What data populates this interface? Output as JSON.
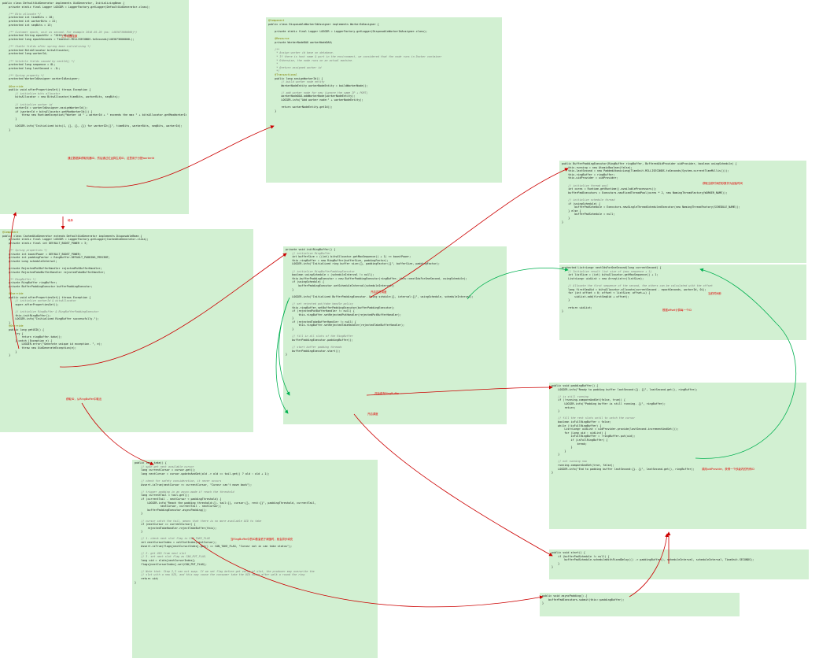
{
  "panels": [
    {
      "id": "default-uid-generator",
      "lines": [
        "public class DefaultUidGenerator implements UidGenerator, InitializingBean {",
        "    private static final Logger LOGGER = LoggerFactory.getLogger(DefaultUidGenerator.class);",
        "",
        "    /** Bits allocate */",
        "    protected int timeBits = 28;",
        "    protected int workerBits = 22;",
        "    protected int seqBits = 13;",
        "",
        "    /** Customer epoch, unit as second. For example 2016-05-20 (ms: 1463673600000)*/",
        "    protected String epochStr = \"2016-05-20\";",
        "    protected long epochSeconds = TimeUnit.MILLISECONDS.toSeconds(1463673600000L);",
        "",
        "    /** Stable fields after spring bean initializing */",
        "    protected BitsAllocator bitsAllocator;",
        "    protected long workerId;",
        "",
        "    /** Volatile fields caused by nextId() */",
        "    protected long sequence = 0L;",
        "    protected long lastSecond = -1L;",
        "",
        "    /** Spring property */",
        "    protected WorkerIdAssigner workerIdAssigner;",
        "",
        "    @Override",
        "    public void afterPropertiesSet() throws Exception {",
        "        // initialize bits allocator",
        "        bitsAllocator = new BitsAllocator(timeBits, workerBits, seqBits);",
        "",
        "        // initialize worker id",
        "        workerId = workerIdAssigner.assignWorkerId();",
        "        if (workerId > bitsAllocator.getMaxWorkerId()) {",
        "            throw new RuntimeException(\"Worker id \" + workerId + \" exceeds the max \" + bitsAllocator.getMaxWorkerId());",
        "        }",
        "",
        "        LOGGER.info(\"Initialized bits(1, {}, {}, {}) for workerID:{}\", timeBits, workerBits, seqBits, workerId);",
        "    }"
      ]
    },
    {
      "id": "disposable-worker-id-assigner",
      "lines": [
        "@Component",
        "public class DisposableWorkerIdAssigner implements WorkerIdAssigner {",
        "",
        "    private static final Logger LOGGER = LoggerFactory.getLogger(DisposableWorkerIdAssigner.class);",
        "",
        "    @Resource",
        "    private WorkerNodeDAO workerNodeDAO;",
        "",
        "    /**",
        "     * Assign worker id base on database.",
        "     * If there is host name & port in the environment, we considered that the node runs in Docker container",
        "     * Otherwise, the node runs on an actual machine.",
        "     *",
        "     * @return assigned worker id",
        "     */",
        "    @Transactional",
        "    public long assignWorkerId() {",
        "        // build worker node entity",
        "        WorkerNodeEntity workerNodeEntity = buildWorkerNode();",
        "",
        "        // add worker node for new (ignore the same IP + PORT)",
        "        workerNodeDAO.addWorkerNode(workerNodeEntity);",
        "        LOGGER.info(\"Add worker node:\" + workerNodeEntity);",
        "",
        "        return workerNodeEntity.getId();",
        "    }"
      ]
    },
    {
      "id": "cached-uid-generator",
      "lines": [
        "@Component",
        "public class CachedUidGenerator extends DefaultUidGenerator implements DisposableBean {",
        "    private static final Logger LOGGER = LoggerFactory.getLogger(CachedUidGenerator.class);",
        "    private static final int DEFAULT_BOOST_POWER = 3;",
        "",
        "    /** Spring properties */",
        "    private int boostPower = DEFAULT_BOOST_POWER;",
        "    private int paddingFactor = RingBuffer.DEFAULT_PADDING_PERCENT;",
        "    private Long scheduleInterval;",
        "",
        "    private RejectedPutBufferHandler rejectedPutBufferHandler;",
        "    private RejectedTakeBufferHandler rejectedTakeBufferHandler;",
        "",
        "    /** RingBuffer */",
        "    private RingBuffer ringBuffer;",
        "    private BufferPaddingExecutor bufferPaddingExecutor;",
        "",
        "    @Override",
        "    public void afterPropertiesSet() throws Exception {",
        "        // initialize workerId & bitsAllocator",
        "        super.afterPropertiesSet();",
        "",
        "        // initialize RingBuffer & RingBufferPaddingExecutor",
        "        this.initRingBuffer();",
        "        LOGGER.info(\"Initialized RingBuffer successfully.\");",
        "    }",
        "    @Override",
        "    public long getUID() {",
        "        try {",
        "            return ringBuffer.take();",
        "        } catch (Exception e) {",
        "            LOGGER.error(\"Generate unique id exception. \", e);",
        "            throw new UidGenerateException(e);",
        "        }",
        "    }"
      ]
    },
    {
      "id": "init-ring-buffer",
      "lines": [
        "private void initRingBuffer() {",
        "    // initialize RingBuffer",
        "    int bufferSize = ((int) bitsAllocator.getMaxSequence() + 1) << boostPower;",
        "    this.ringBuffer = new RingBuffer(bufferSize, paddingFactor);",
        "    LOGGER.info(\"Initialized ring buffer size:{}, paddingFactor:{}\", bufferSize, paddingFactor);",
        "",
        "    // initialize RingBufferPaddingExecutor",
        "    boolean usingSchedule = (scheduleInterval != null);",
        "    this.bufferPaddingExecutor = new BufferPaddingExecutor(ringBuffer, this::nextIdsForOneSecond, usingSchedule);",
        "    if (usingSchedule) {",
        "        bufferPaddingExecutor.setScheduleInterval(scheduleInterval);",
        "    }",
        "",
        "    LOGGER.info(\"Initialized BufferPaddingExecutor. Using schdule:{}, interval:{}\", usingSchedule, scheduleInterval);",
        "",
        "    // set rejected put/take handle policy",
        "    this.ringBuffer.setBufferPaddingExecutor(bufferPaddingExecutor);",
        "    if (rejectedPutBufferHandler != null) {",
        "        this.ringBuffer.setRejectedPutHandler(rejectedPutBufferHandler);",
        "    }",
        "    if (rejectedTakeBufferHandler != null) {",
        "        this.ringBuffer.setRejectedTakeHandler(rejectedTakeBufferHandler);",
        "    }",
        "",
        "    // fill in all slots of the RingBuffer",
        "    bufferPaddingExecutor.paddingBuffer();",
        "",
        "    // start buffer padding threads",
        "    bufferPaddingExecutor.start();",
        "}"
      ]
    },
    {
      "id": "buffer-padding-executor-ctor",
      "lines": [
        "public BufferPaddingExecutor(RingBuffer ringBuffer, BufferedUidProvider uidProvider, boolean usingSchedule) {",
        "    this.running = new AtomicBoolean(false);",
        "    this.lastSecond = new PaddedAtomicLong(TimeUnit.MILLISECONDS.toSeconds(System.currentTimeMillis()));",
        "    this.ringBuffer = ringBuffer;",
        "    this.uidProvider = uidProvider;",
        "",
        "    // initialize thread pool",
        "    int cores = Runtime.getRuntime().availableProcessors();",
        "    bufferPadExecutors = Executors.newFixedThreadPool(cores * 2, new NamingThreadFactory(WORKER_NAME));",
        "",
        "    // initialize schedule thread",
        "    if (usingSchedule) {",
        "        bufferPadSchedule = Executors.newSingleThreadScheduledExecutor(new NamingThreadFactory(SCHEDULE_NAME));",
        "    } else {",
        "        bufferPadSchedule = null;",
        "    }",
        "}"
      ]
    },
    {
      "id": "next-ids-for-one-second",
      "lines": [
        "protected List<Long> nextIdsForOneSecond(long currentSecond) {",
        "    // Initialize result list size of (max sequence + 1)",
        "    int listSize = (int) bitsAllocator.getMaxSequence() + 1;",
        "    List<Long> uidList = new ArrayList<>(listSize);",
        "",
        "    // Allocate the first sequence of the second, the others can be calculated with the offset",
        "    long firstSeqUid = bitsAllocator.allocate(currentSecond - epochSeconds, workerId, 0L);",
        "    for (int offset = 0; offset < listSize; offset++) {",
        "        uidList.add(firstSeqUid + offset);",
        "    }",
        "",
        "    return uidList;",
        "}"
      ]
    },
    {
      "id": "padding-buffer",
      "lines": [
        "public void paddingBuffer() {",
        "    LOGGER.info(\"Ready to padding buffer lastSecond:{}. {}\", lastSecond.get(), ringBuffer);",
        "",
        "    // is still running",
        "    if (!running.compareAndSet(false, true)) {",
        "        LOGGER.info(\"Padding buffer is still running. {}\", ringBuffer);",
        "        return;",
        "    }",
        "",
        "    // fill the rest slots until to catch the cursor",
        "    boolean isFullRingBuffer = false;",
        "    while (!isFullRingBuffer) {",
        "        List<Long> uidList = uidProvider.provide(lastSecond.incrementAndGet());",
        "        for (Long uid : uidList) {",
        "            isFullRingBuffer = !ringBuffer.put(uid);",
        "            if (isFullRingBuffer) {",
        "                break;",
        "            }",
        "        }",
        "    }",
        "",
        "    // not running now",
        "    running.compareAndSet(true, false);",
        "    LOGGER.info(\"End to padding buffer lastSecond:{}. {}\", lastSecond.get(), ringBuffer);",
        "}"
      ]
    },
    {
      "id": "ring-buffer-take",
      "lines": [
        "public long take() {",
        "    // spin get next available cursor",
        "    long currentCursor = cursor.get();",
        "    long nextCursor = cursor.updateAndGet(old -> old == tail.get() ? old : old + 1);",
        "",
        "    // check for safety consideration, it never occurs",
        "    Assert.isTrue(nextCursor >= currentCursor, \"Curosr can't move back\");",
        "",
        "    // trigger padding in an async-mode if reach the threshold",
        "    long currentTail = tail.get();",
        "    if (currentTail - nextCursor < paddingThreshold) {",
        "        LOGGER.info(\"Reach the padding threshold:{}. tail:{}, cursor:{}, rest:{}\", paddingThreshold, currentTail,",
        "                nextCursor, currentTail - nextCursor);",
        "        bufferPaddingExecutor.asyncPadding();",
        "    }",
        "",
        "    // cursor catch the tail, means that there is no more available UID to take",
        "    if (nextCursor == currentCursor) {",
        "        rejectedTakeHandler.rejectTakeBuffer(this);",
        "    }",
        "",
        "    // 1. check next slot flag is CAN_TAKE_FLAG",
        "    int nextCursorIndex = calSlotIndex(nextCursor);",
        "    Assert.isTrue(flags[nextCursorIndex].get() == CAN_TAKE_FLAG, \"Curosr not in can take status\");",
        "",
        "    // 2. get UID from next slot",
        "    // 3. set next slot flag as CAN_PUT_FLAG.",
        "    long uid = slots[nextCursorIndex];",
        "    flags[nextCursorIndex].set(CAN_PUT_FLAG);",
        "",
        "    // Note that: Step 2,3 can not swap. If we set flag before get value of slot, the producer may overwrite the",
        "    // slot with a new UID, and this may cause the consumer take the UID twice after walk a round the ring",
        "    return uid;",
        "}"
      ]
    },
    {
      "id": "start-schedule",
      "lines": [
        "public void start() {",
        "    if (bufferPadSchedule != null) {",
        "        bufferPadSchedule.scheduleWithFixedDelay(() -> paddingBuffer(), scheduleInterval, scheduleInterval, TimeUnit.SECONDS);",
        "    }",
        "}"
      ]
    },
    {
      "id": "async-padding",
      "lines": [
        "public void asyncPadding() {",
        "    bufferPadExecutors.submit(this::paddingBuffer);",
        "}"
      ]
    }
  ],
  "annotations": {
    "worker_bits": "工作机器位数",
    "after_props": "通过数据库获取机器ID，然后通过位运算生成ID，这里用于分配workerId",
    "inherit": "继承",
    "take": "获取ID，从RingBuffer中取出",
    "last_second": "获取当前时间的秒数作为起始时间",
    "schedule": "开启定时调度",
    "padding_buffer": "开始填充RingBuffer",
    "start": "开启调度",
    "current_second": "当前时间秒",
    "offset": "根据offset计算每一个ID",
    "provide": "调用uidProvider，获得一个秒级内的所有ID",
    "async_padding": "当RingBuffer中的ID数量低于阈值时，就会异步填充"
  },
  "colors": {
    "panel_bg": "#d2f0d2",
    "arrow_red": "#cc0000",
    "arrow_green": "#00b050",
    "annotation": "#e00000"
  }
}
